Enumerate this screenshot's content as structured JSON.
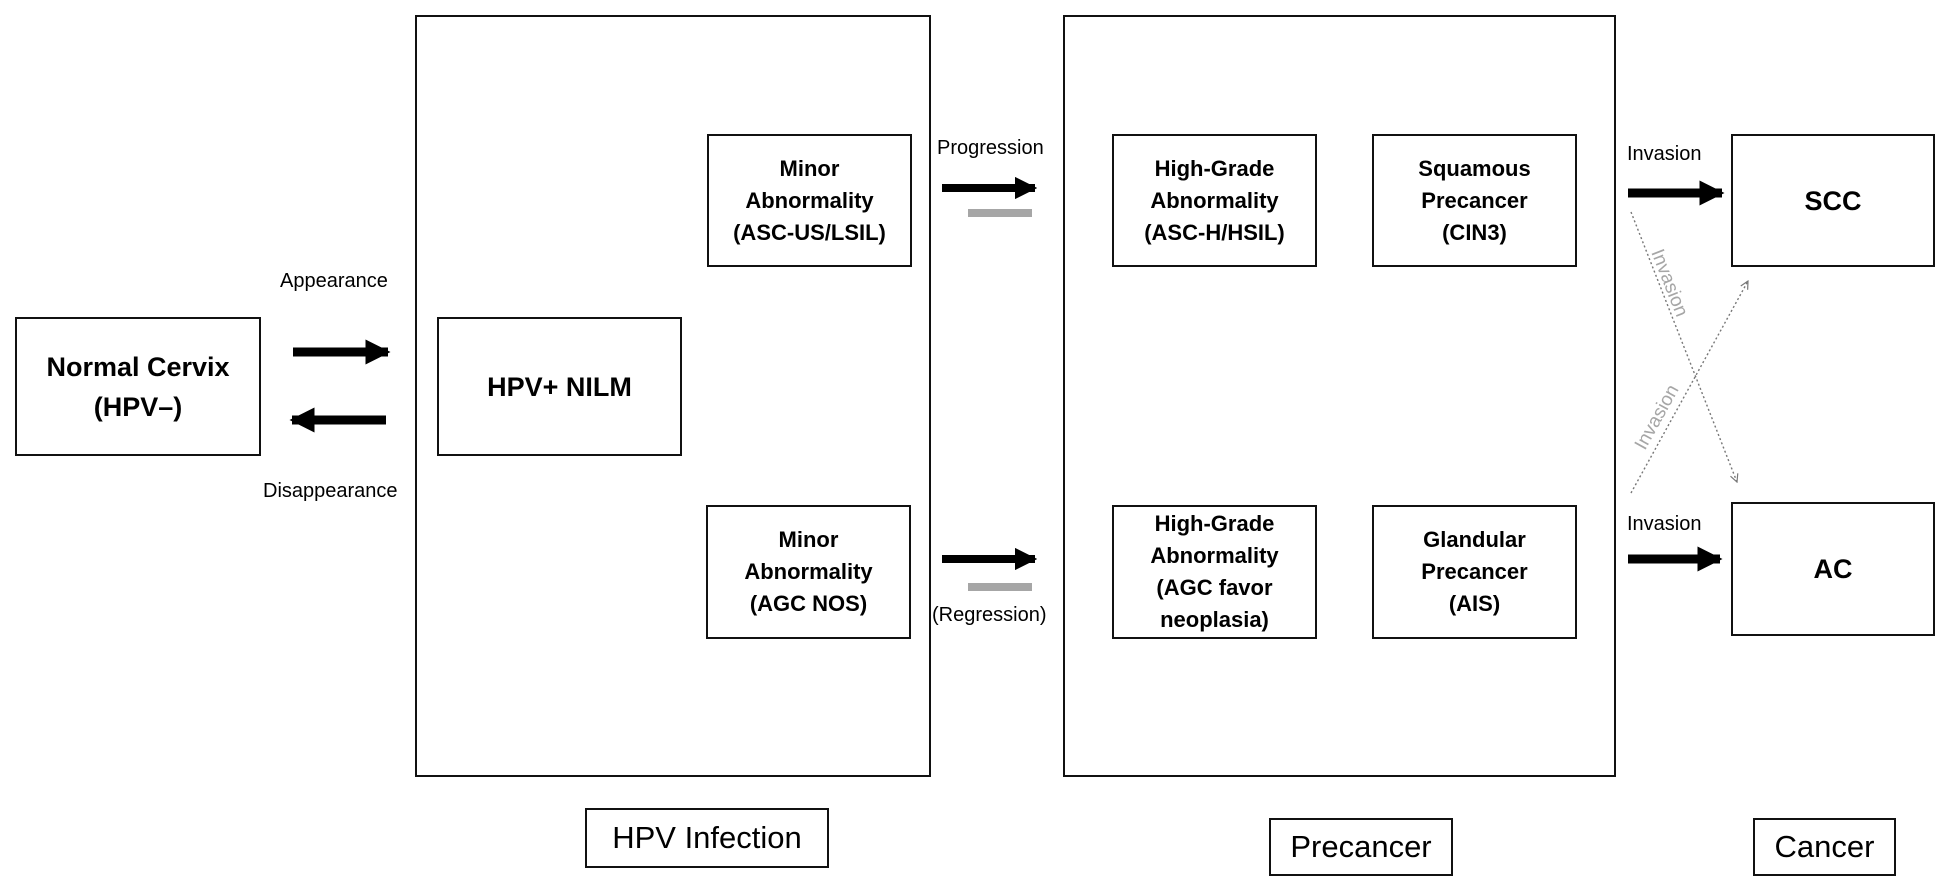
{
  "nodes": {
    "normal_cervix": "Normal Cervix\n(HPV–)",
    "hpv_nilm": "HPV+ NILM",
    "minor_ascus": "Minor\nAbnormality\n(ASC-US/LSIL)",
    "minor_agc": "Minor\nAbnormality\n(AGC NOS)",
    "highgrade_asch": "High-Grade\nAbnormality\n(ASC-H/HSIL)",
    "squamous_precancer": "Squamous\nPrecancer\n(CIN3)",
    "highgrade_agc": "High-Grade\nAbnormality\n(AGC favor\nneoplasia)",
    "glandular_precancer": "Glandular\nPrecancer\n(AIS)",
    "scc": "SCC",
    "ac": "AC"
  },
  "stages": {
    "hpv_infection": "HPV Infection",
    "precancer": "Precancer",
    "cancer": "Cancer"
  },
  "edge_labels": {
    "appearance": "Appearance",
    "disappearance": "Disappearance",
    "progression": "Progression",
    "regression": "(Regression)",
    "invasion_top": "Invasion",
    "invasion_bottom": "Invasion",
    "invasion_diag_down": "Invasion",
    "invasion_diag_up": "Invasion"
  },
  "colors": {
    "primary_arrow": "#000000",
    "secondary_arrow": "#a6a6a6",
    "diagonal_arrow": "#777777",
    "diagonal_label": "#a6a6a6"
  }
}
